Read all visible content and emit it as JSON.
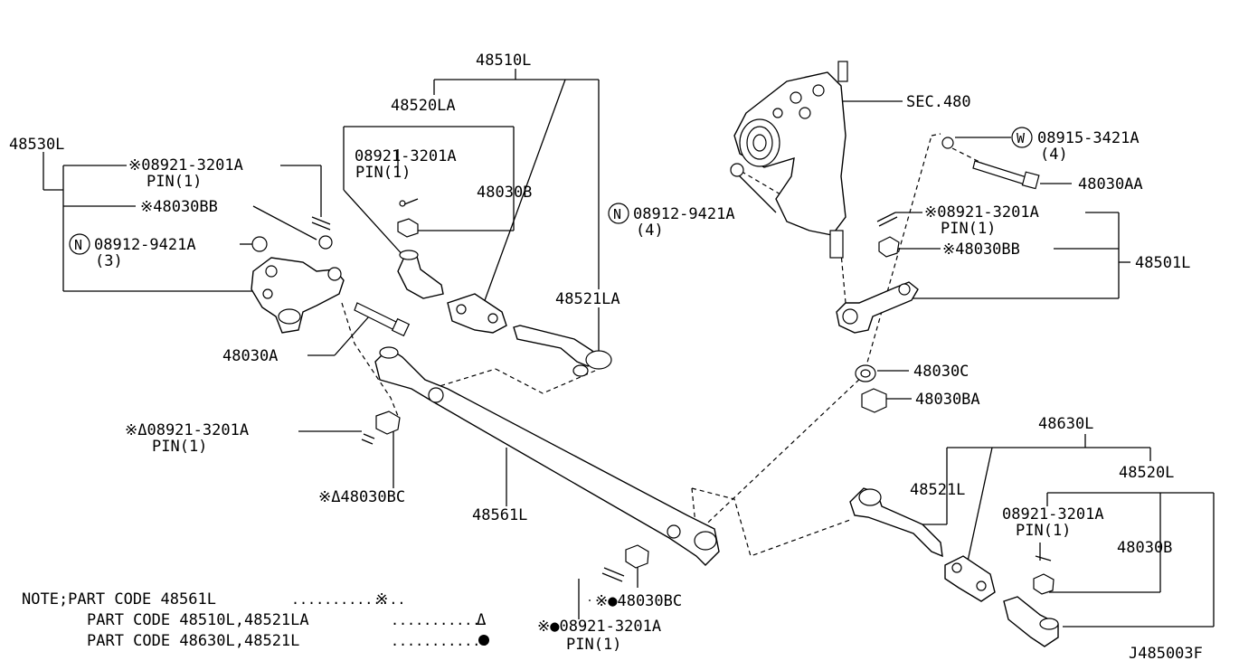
{
  "labels": {
    "l48510L": "48510L",
    "l48520LA": "48520LA",
    "l08921_top": "08921-3201A",
    "pin_top": "PIN(1)",
    "l48030B_top": "48030B",
    "l48530L": "48530L",
    "l_x08921_left": "※08921-3201A",
    "pin_left": "PIN(1)",
    "l_x48030BB_left": "※48030BB",
    "l08912_left": "08912-9421A",
    "qty3": "(3)",
    "l48030A": "48030A",
    "l48521LA": "48521LA",
    "l_xd08921": "※Δ08921-3201A",
    "pin_mid": "PIN(1)",
    "l_xd48030BC": "※Δ48030BC",
    "l48561L": "48561L",
    "l_xb48030BC": "※●48030BC",
    "l_xb08921": "※●08921-3201A",
    "pin_bottom": "PIN(1)",
    "sec480": "SEC.480",
    "l08915": "08915-3421A",
    "qty4_right": "(4)",
    "l48030AA": "48030AA",
    "l08912_right": "08912-9421A",
    "qty4_left": "(4)",
    "l_x08921_right": "※08921-3201A",
    "pin_right": "PIN(1)",
    "l_x48030BB_right": "※48030BB",
    "l48501L": "48501L",
    "l48030C": "48030C",
    "l48030BA": "48030BA",
    "l48630L": "48630L",
    "l48521L": "48521L",
    "l48520L": "48520L",
    "l08921_br": "08921-3201A",
    "pin_br": "PIN(1)",
    "l48030B_br": "48030B",
    "circle_n": "N",
    "circle_w": "W",
    "note1": "NOTE;PART CODE 48561L",
    "note1_dots": "..............",
    "note1_sym": "※",
    "note2": "PART CODE 48510L,48521LA",
    "note2_dots": "............",
    "note2_sym": "Δ",
    "note3": "PART CODE 48630L,48521L",
    "note3_dots": "............",
    "diagram_id": "J485003F"
  }
}
